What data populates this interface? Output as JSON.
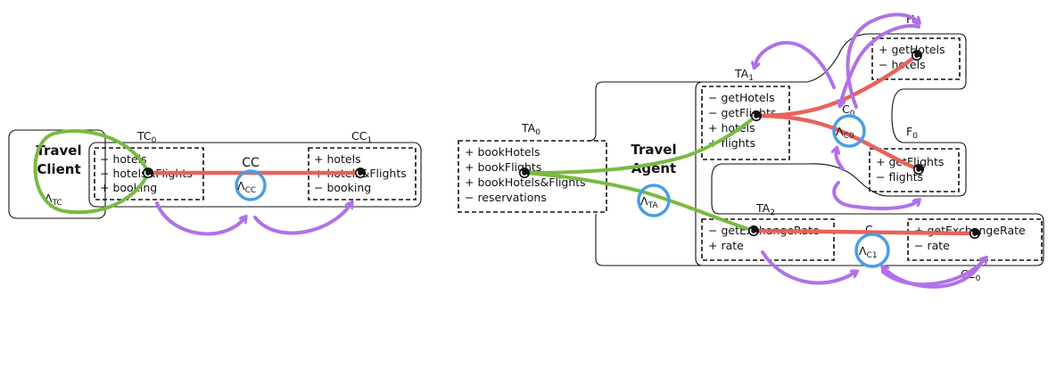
{
  "travel_client": {
    "title_line1": "Travel",
    "title_line2": "Client",
    "lambda": "Λ",
    "lambda_sub": "TC",
    "tc0": {
      "name": "TC",
      "sub": "0",
      "items": [
        [
          "−",
          "hotels"
        ],
        [
          "−",
          "hotels&Flights"
        ],
        [
          "+",
          "booking"
        ]
      ]
    },
    "cc": {
      "name": "CC",
      "lambda": "Λ",
      "lambda_sub": "CC"
    },
    "cc1": {
      "name": "CC",
      "sub": "1",
      "items": [
        [
          "+",
          "hotels"
        ],
        [
          "+",
          "hotels&Flights"
        ],
        [
          "−",
          "booking"
        ]
      ]
    }
  },
  "travel_agent": {
    "title_line1": "Travel",
    "title_line2": "Agent",
    "lambda": "Λ",
    "lambda_sub": "TA",
    "ta0": {
      "name": "TA",
      "sub": "0",
      "items": [
        [
          "+",
          "bookHotels"
        ],
        [
          "+",
          "bookFlights"
        ],
        [
          "+",
          "bookHotels&Flights"
        ],
        [
          "−",
          "reservations"
        ]
      ]
    },
    "ta1": {
      "name": "TA",
      "sub": "1",
      "items": [
        [
          "−",
          "getHotels"
        ],
        [
          "−",
          "getFlights"
        ],
        [
          "+",
          "hotels"
        ],
        [
          "+",
          "flights"
        ]
      ]
    },
    "ta2": {
      "name": "TA",
      "sub": "2",
      "items": [
        [
          "−",
          "getExchangeRate"
        ],
        [
          "+",
          "rate"
        ]
      ]
    }
  },
  "h0": {
    "name": "H",
    "sub": "0",
    "items": [
      [
        "+",
        "getHotels"
      ],
      [
        "−",
        "hotels"
      ]
    ]
  },
  "f0": {
    "name": "F",
    "sub": "0",
    "items": [
      [
        "+",
        "getFlights"
      ],
      [
        "−",
        "flights"
      ]
    ]
  },
  "c0": {
    "name": "C",
    "sub": "0",
    "lambda": "Λ",
    "lambda_sub": "C0"
  },
  "c1": {
    "name": "C",
    "sub": "1",
    "lambda": "Λ",
    "lambda_sub": "C1"
  },
  "ce0": {
    "name": "CE",
    "sub": "0",
    "items": [
      [
        "+",
        "getExchangeRate"
      ],
      [
        "−",
        "rate"
      ]
    ]
  },
  "colors": {
    "connector": "#e8625a",
    "binding": "#77bb41",
    "lambda_circle": "#4a9ee2",
    "arrows": "#b071e8"
  }
}
